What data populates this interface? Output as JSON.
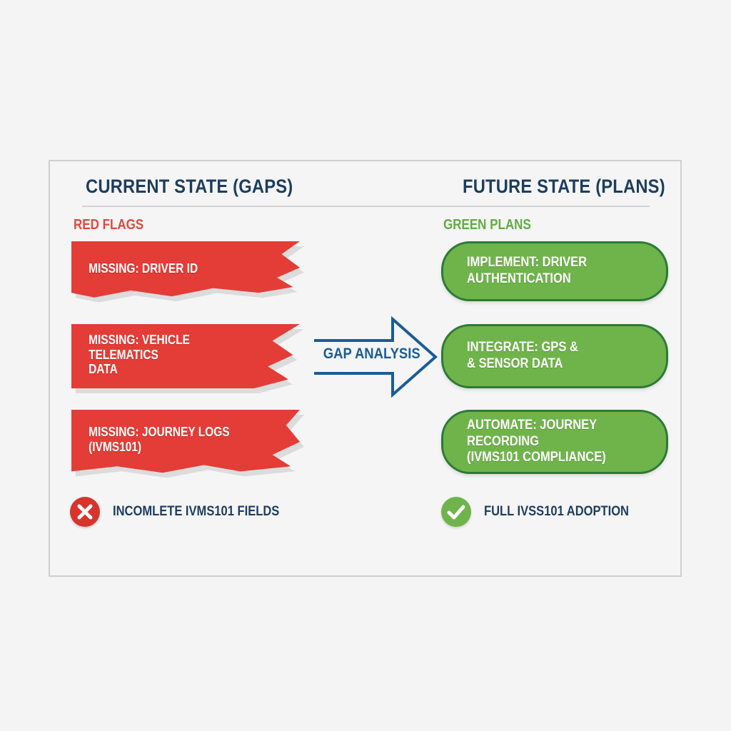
{
  "colors": {
    "page_background": "#f4f4f4",
    "frame_background": "#f5f5f5",
    "frame_border": "#cfcfcf",
    "header_navy": "#1d3d5e",
    "flag_red": "#e43c36",
    "label_red": "#e0483c",
    "plan_green_fill": "#6fb44a",
    "plan_green_border": "#2c7a39",
    "label_green": "#62ab43",
    "arrow_blue": "#1a5c96",
    "status_red": "#d8342c",
    "status_green": "#6fb44a",
    "divider_gray": "#d2d2d2"
  },
  "columns": {
    "left": {
      "header": "CURRENT STATE (GAPS)",
      "sub_label": "RED FLAGS"
    },
    "right": {
      "header": "FUTURE STATE (PLANS)",
      "sub_label": "GREEN PLANS"
    }
  },
  "red_flags": [
    {
      "text": "MISSING: DRIVER ID"
    },
    {
      "text": "MISSING: VEHICLE TELEMATICS\nDATA"
    },
    {
      "text": "MISSING: JOURNEY LOGS\n(IVMS101)"
    }
  ],
  "green_plans": [
    {
      "text": "IMPLEMENT: DRIVER\nAUTHENTICATION"
    },
    {
      "text": "INTEGRATE: GPS &\n& SENSOR DATA"
    },
    {
      "text": "AUTOMATE: JOURNEY RECORDING\n(IVMS101 COMPLIANCE)"
    }
  ],
  "arrow": {
    "label": "GAP ANALYSIS",
    "icon": "right-arrow-outline-icon"
  },
  "summary": {
    "left": {
      "icon": "x-circle-icon",
      "text": "INCOMLETE IVMS101 FIELDS"
    },
    "right": {
      "icon": "check-circle-icon",
      "text": "FULL IVSS101 ADOPTION"
    }
  }
}
